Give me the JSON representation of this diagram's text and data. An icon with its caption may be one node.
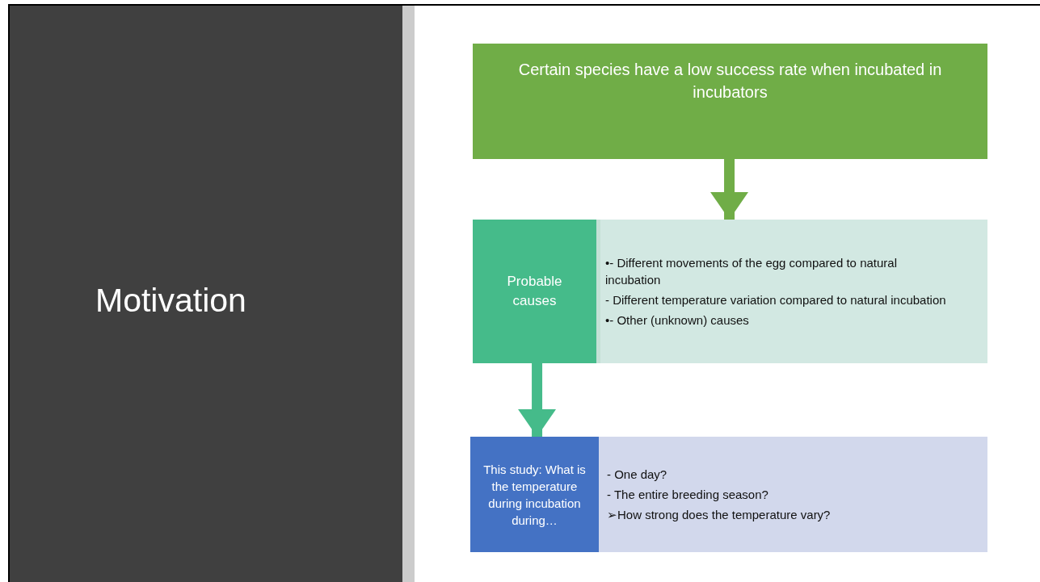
{
  "diagram": {
    "title": "Motivation",
    "nodes": [
      {
        "text": [
          "Certain species have a low success rate when incubated in incubators"
        ]
      },
      {
        "text": [
          "Probable causes"
        ]
      },
      {
        "text": [
          "•- Different movements of the egg compared to natural incubation",
          "- Different temperature variation compared to natural incubation",
          "•- Other (unknown) causes"
        ]
      },
      {
        "text": [
          "This study: What is the temperature during incubation during…"
        ]
      },
      {
        "text": [
          "- One day?",
          "- The entire breeding season?",
          "➢How strong does the temperature vary?"
        ]
      }
    ],
    "edges": [
      {
        "from": 0,
        "to": 2,
        "arrow": "to",
        "color": "#70ad47"
      },
      {
        "from": 1,
        "to": 3,
        "arrow": "to",
        "color": "#45bb8a"
      }
    ]
  }
}
